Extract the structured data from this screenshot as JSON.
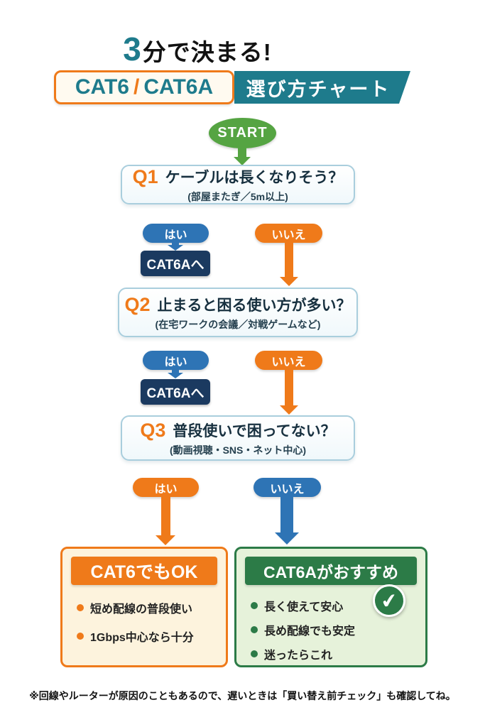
{
  "title": {
    "prefix": "3",
    "rest": "分で決まる!"
  },
  "banner": {
    "cat6": "CAT6",
    "slash": "/",
    "cat6a": "CAT6A",
    "right": "選び方チャート"
  },
  "start_label": "START",
  "questions": [
    {
      "id": "Q1",
      "text": "ケーブルは長くなりそう？",
      "sub": "(部屋またぎ／5m以上)",
      "yes": "はい",
      "no": "いいえ",
      "yes_result": "CAT6Aへ"
    },
    {
      "id": "Q2",
      "text": "止まると困る使い方が多い？",
      "sub": "(在宅ワークの会議／対戦ゲームなど)",
      "yes": "はい",
      "no": "いいえ",
      "yes_result": "CAT6Aへ"
    },
    {
      "id": "Q3",
      "text": "普段使いで困ってない？",
      "sub": "(動画視聴・SNS・ネット中心)",
      "yes": "はい",
      "no": "いいえ"
    }
  ],
  "results": {
    "left": {
      "title": "CAT6でもOK",
      "bullets": [
        "短め配線の普段使い",
        "1Gbps中心なら十分"
      ]
    },
    "right": {
      "title": "CAT6Aがおすすめ",
      "bullets": [
        "長く使えて安心",
        "長め配線でも安定",
        "迷ったらこれ"
      ]
    }
  },
  "icons": {
    "check": "✔"
  },
  "footer": "※回線やルーターが原因のこともあるので、遅いときは「買い替え前チェック」も確認してね。",
  "colors": {
    "teal": "#1e7b8c",
    "orange": "#ef7a1a",
    "blue": "#2e74b5",
    "navy": "#1b3a60",
    "green": "#55a442",
    "dgreen": "#2c7b47",
    "cream": "#fdf3dd",
    "lgreen": "#e6f2da"
  }
}
